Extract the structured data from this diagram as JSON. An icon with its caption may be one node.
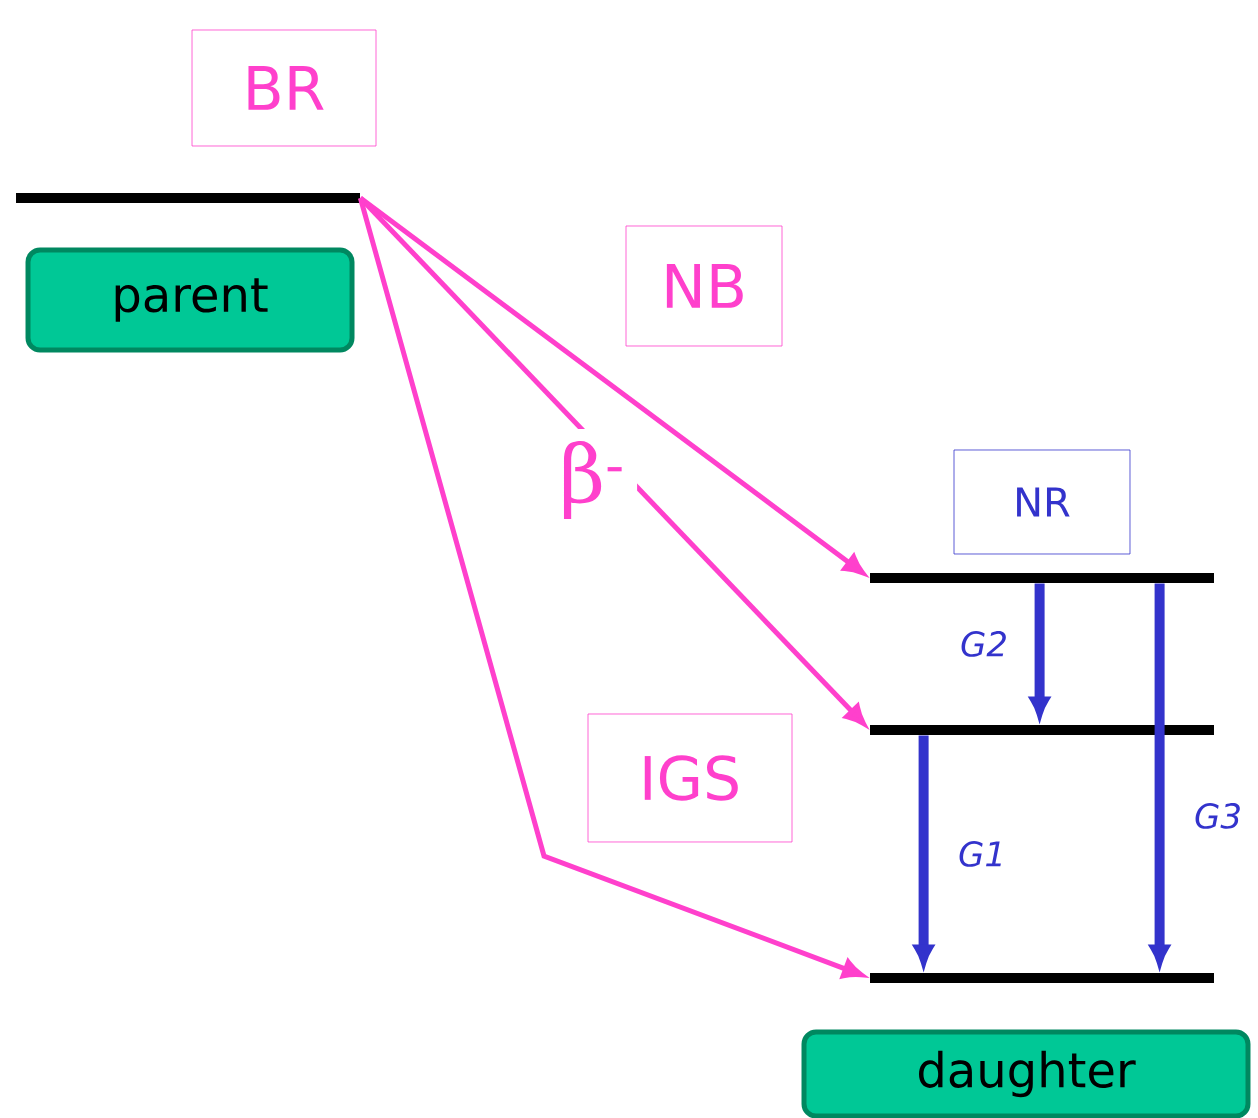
{
  "diagram": {
    "nodes": [
      {
        "text": [
          "BR"
        ]
      },
      {
        "text": [],
        "shape": "bar"
      },
      {
        "text": [
          "parent"
        ]
      },
      {
        "text": [
          "NB"
        ]
      },
      {
        "text": [
          "NR"
        ]
      },
      {
        "text": [],
        "shape": "bar"
      },
      {
        "text": [],
        "shape": "bar"
      },
      {
        "text": [],
        "shape": "bar"
      },
      {
        "text": [
          "IGS"
        ]
      },
      {
        "text": [
          "daughter"
        ]
      }
    ],
    "edges": [
      {
        "from": 1,
        "to": 5,
        "arrow": "to"
      },
      {
        "from": 1,
        "to": 6,
        "arrow": "to"
      },
      {
        "from": 1,
        "to": 7,
        "arrow": "to"
      },
      {
        "from": 5,
        "to": 6,
        "arrow": "to",
        "label": "G2",
        "style": "thick",
        "color": "#3333cc"
      },
      {
        "from": 6,
        "to": 7,
        "arrow": "to",
        "label": "G1",
        "style": "thick",
        "color": "#3333cc"
      },
      {
        "from": 5,
        "to": 7,
        "arrow": "to",
        "label": "G3",
        "style": "thick",
        "color": "#3333cc"
      }
    ],
    "labels": [
      "β$^{-}$"
    ]
  }
}
